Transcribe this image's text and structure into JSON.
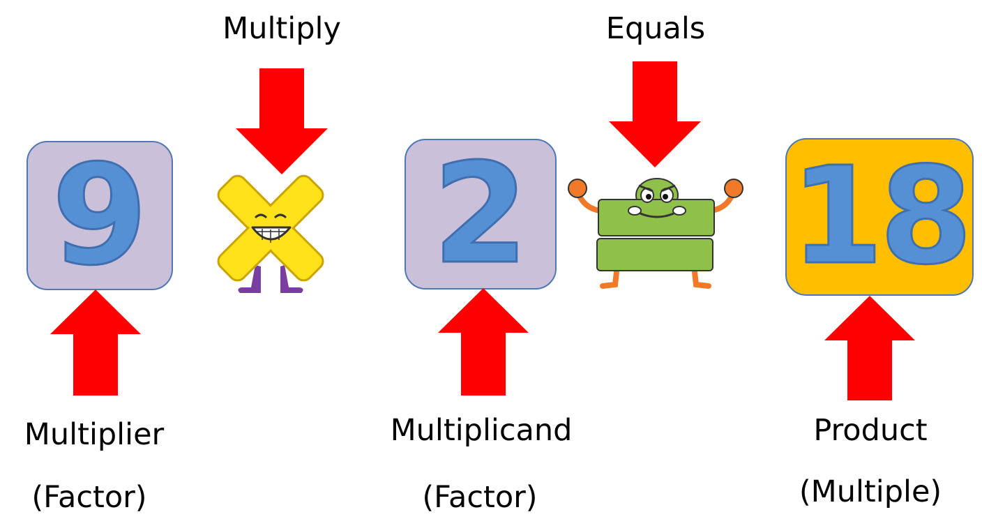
{
  "top_labels": {
    "multiply": "Multiply",
    "equals": "Equals"
  },
  "numbers": {
    "multiplier": "9",
    "multiplicand": "2",
    "product": "18"
  },
  "bottom_labels": {
    "multiplier": "Multiplier",
    "multiplier_note": "(Factor)",
    "multiplicand": "Multiplicand",
    "multiplicand_note": "(Factor)",
    "product": "Product",
    "product_note": "(Multiple)"
  },
  "icons": {
    "times": "smiling-times-sign-character-icon",
    "equals": "angry-equals-sign-character-icon"
  },
  "colors": {
    "arrow": "#ff0000",
    "factor_box": "#cbc0da",
    "product_box": "#ffbf00",
    "number": "#5590d5",
    "times_sign": "#ffe21a",
    "equals_sign": "#8fc04a"
  }
}
